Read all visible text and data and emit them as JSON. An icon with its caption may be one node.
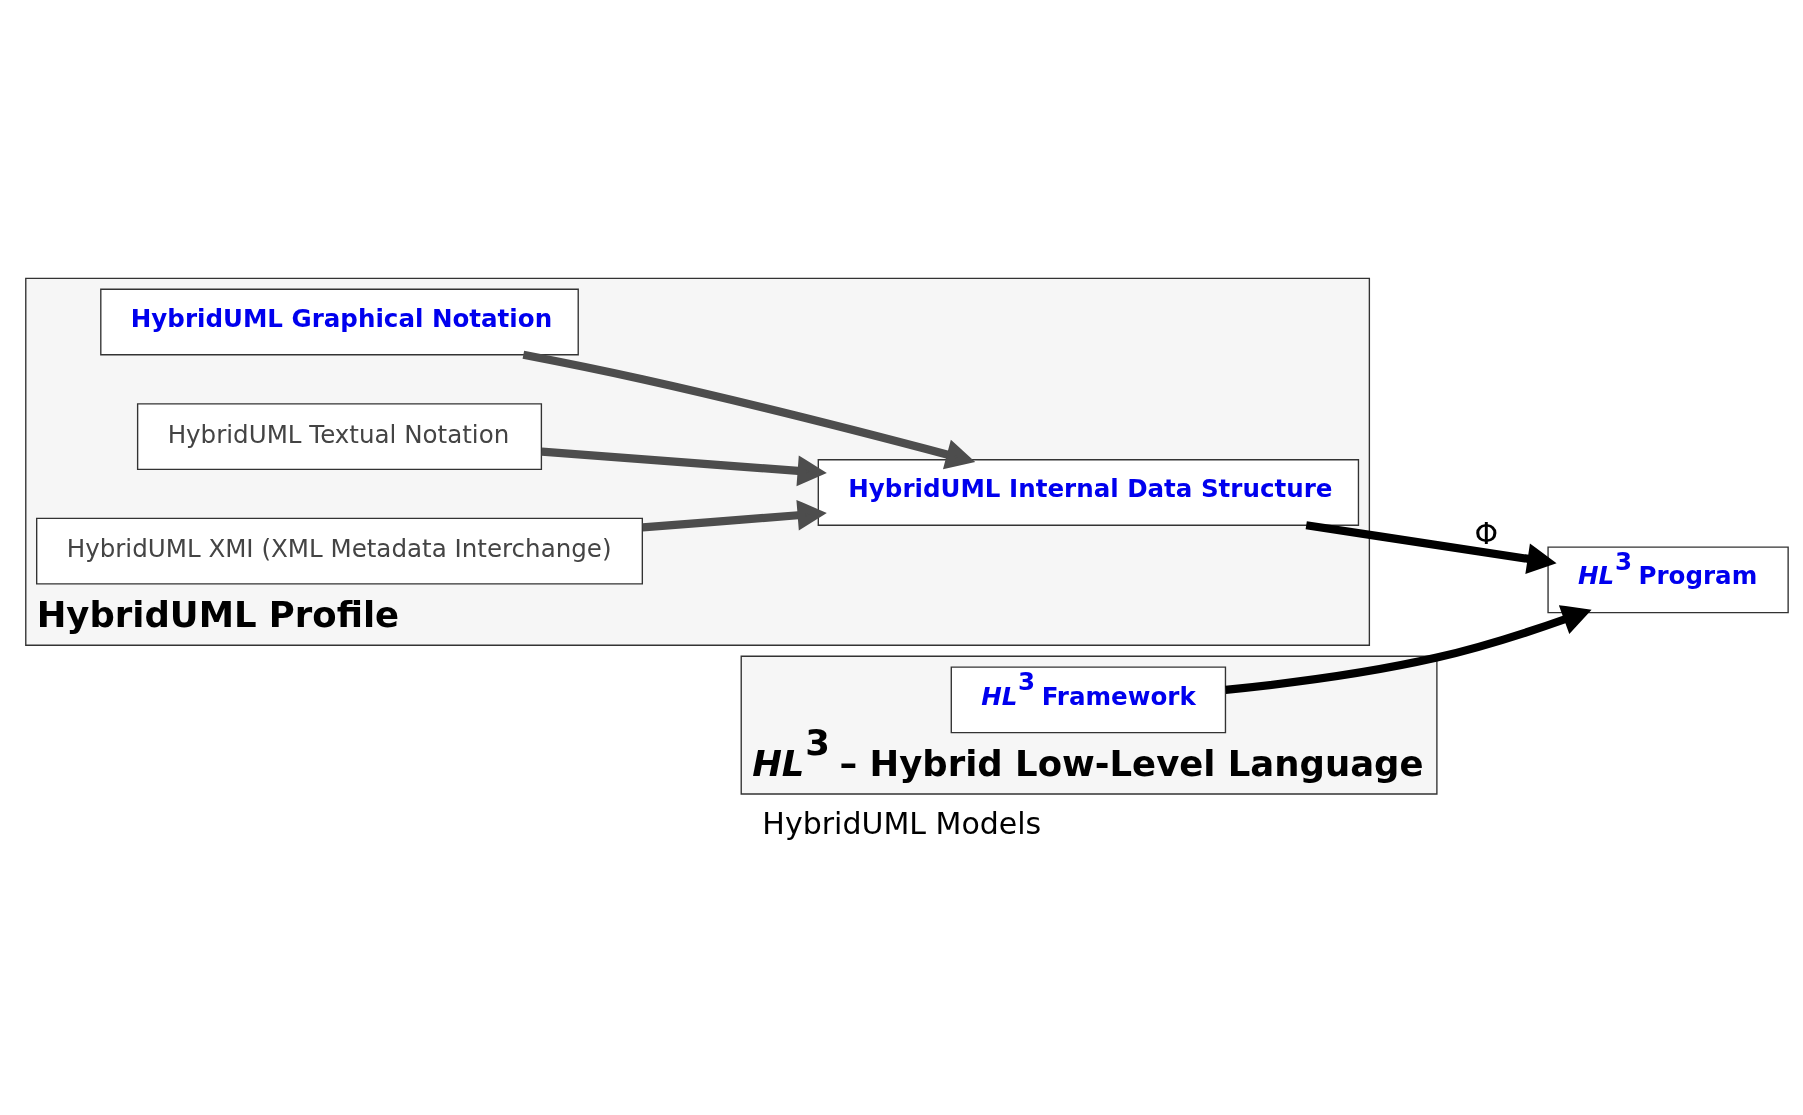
{
  "diagram": {
    "caption": "HybridUML Models",
    "nodes": [
      {
        "text": [
          "HybridUML Profile"
        ]
      },
      {
        "text": [
          "HybridUML Graphical Notation"
        ],
        "in": 0
      },
      {
        "text": [
          "HybridUML Textual Notation"
        ],
        "in": 0
      },
      {
        "text": [
          "HybridUML XMI (XML Metadata Interchange)"
        ],
        "in": 0
      },
      {
        "text": [
          "HybridUML Internal Data Structure"
        ],
        "in": 0
      },
      {
        "text": [
          "*HL*$^{3}$ Program"
        ]
      },
      {
        "text": [
          "*HL*$^{3}$ – Hybrid Low-Level Language"
        ]
      },
      {
        "text": [
          "*HL*$^{3}$ Framework"
        ],
        "in": 6
      }
    ],
    "edges": [
      {
        "from": 1,
        "to": 4,
        "arrow": "to"
      },
      {
        "from": 2,
        "to": 4,
        "arrow": "to"
      },
      {
        "from": 3,
        "to": 4,
        "arrow": "to"
      },
      {
        "from": 4,
        "to": 5,
        "arrow": "to",
        "color": "#000000",
        "label": "Φ"
      },
      {
        "from": 7,
        "to": 5,
        "arrow": "to",
        "color": "#000000"
      }
    ]
  }
}
